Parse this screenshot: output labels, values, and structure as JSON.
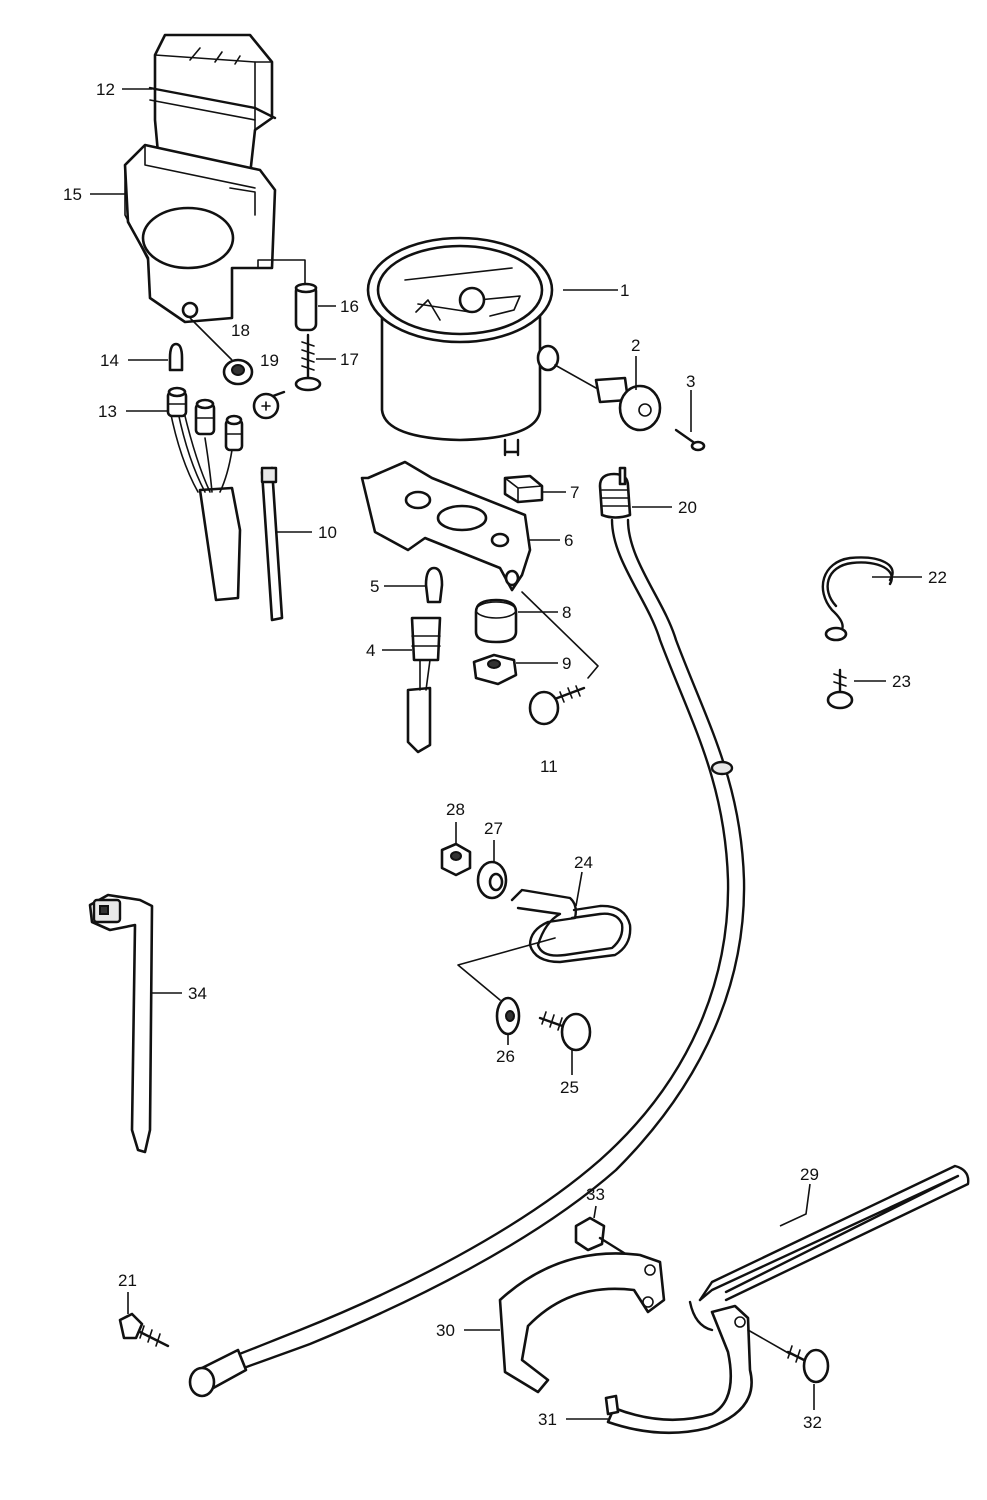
{
  "callouts": {
    "c1": "1",
    "c2": "2",
    "c3": "3",
    "c4": "4",
    "c5": "5",
    "c6": "6",
    "c7": "7",
    "c8": "8",
    "c9": "9",
    "c10": "10",
    "c11": "11",
    "c12": "12",
    "c13": "13",
    "c14": "14",
    "c15": "15",
    "c16": "16",
    "c17": "17",
    "c18": "18",
    "c19": "19",
    "c20": "20",
    "c21": "21",
    "c22": "22",
    "c23": "23",
    "c24": "24",
    "c25": "25",
    "c26": "26",
    "c27": "27",
    "c28": "28",
    "c29": "29",
    "c30": "30",
    "c31": "31",
    "c32": "32",
    "c33": "33",
    "c34": "34"
  }
}
